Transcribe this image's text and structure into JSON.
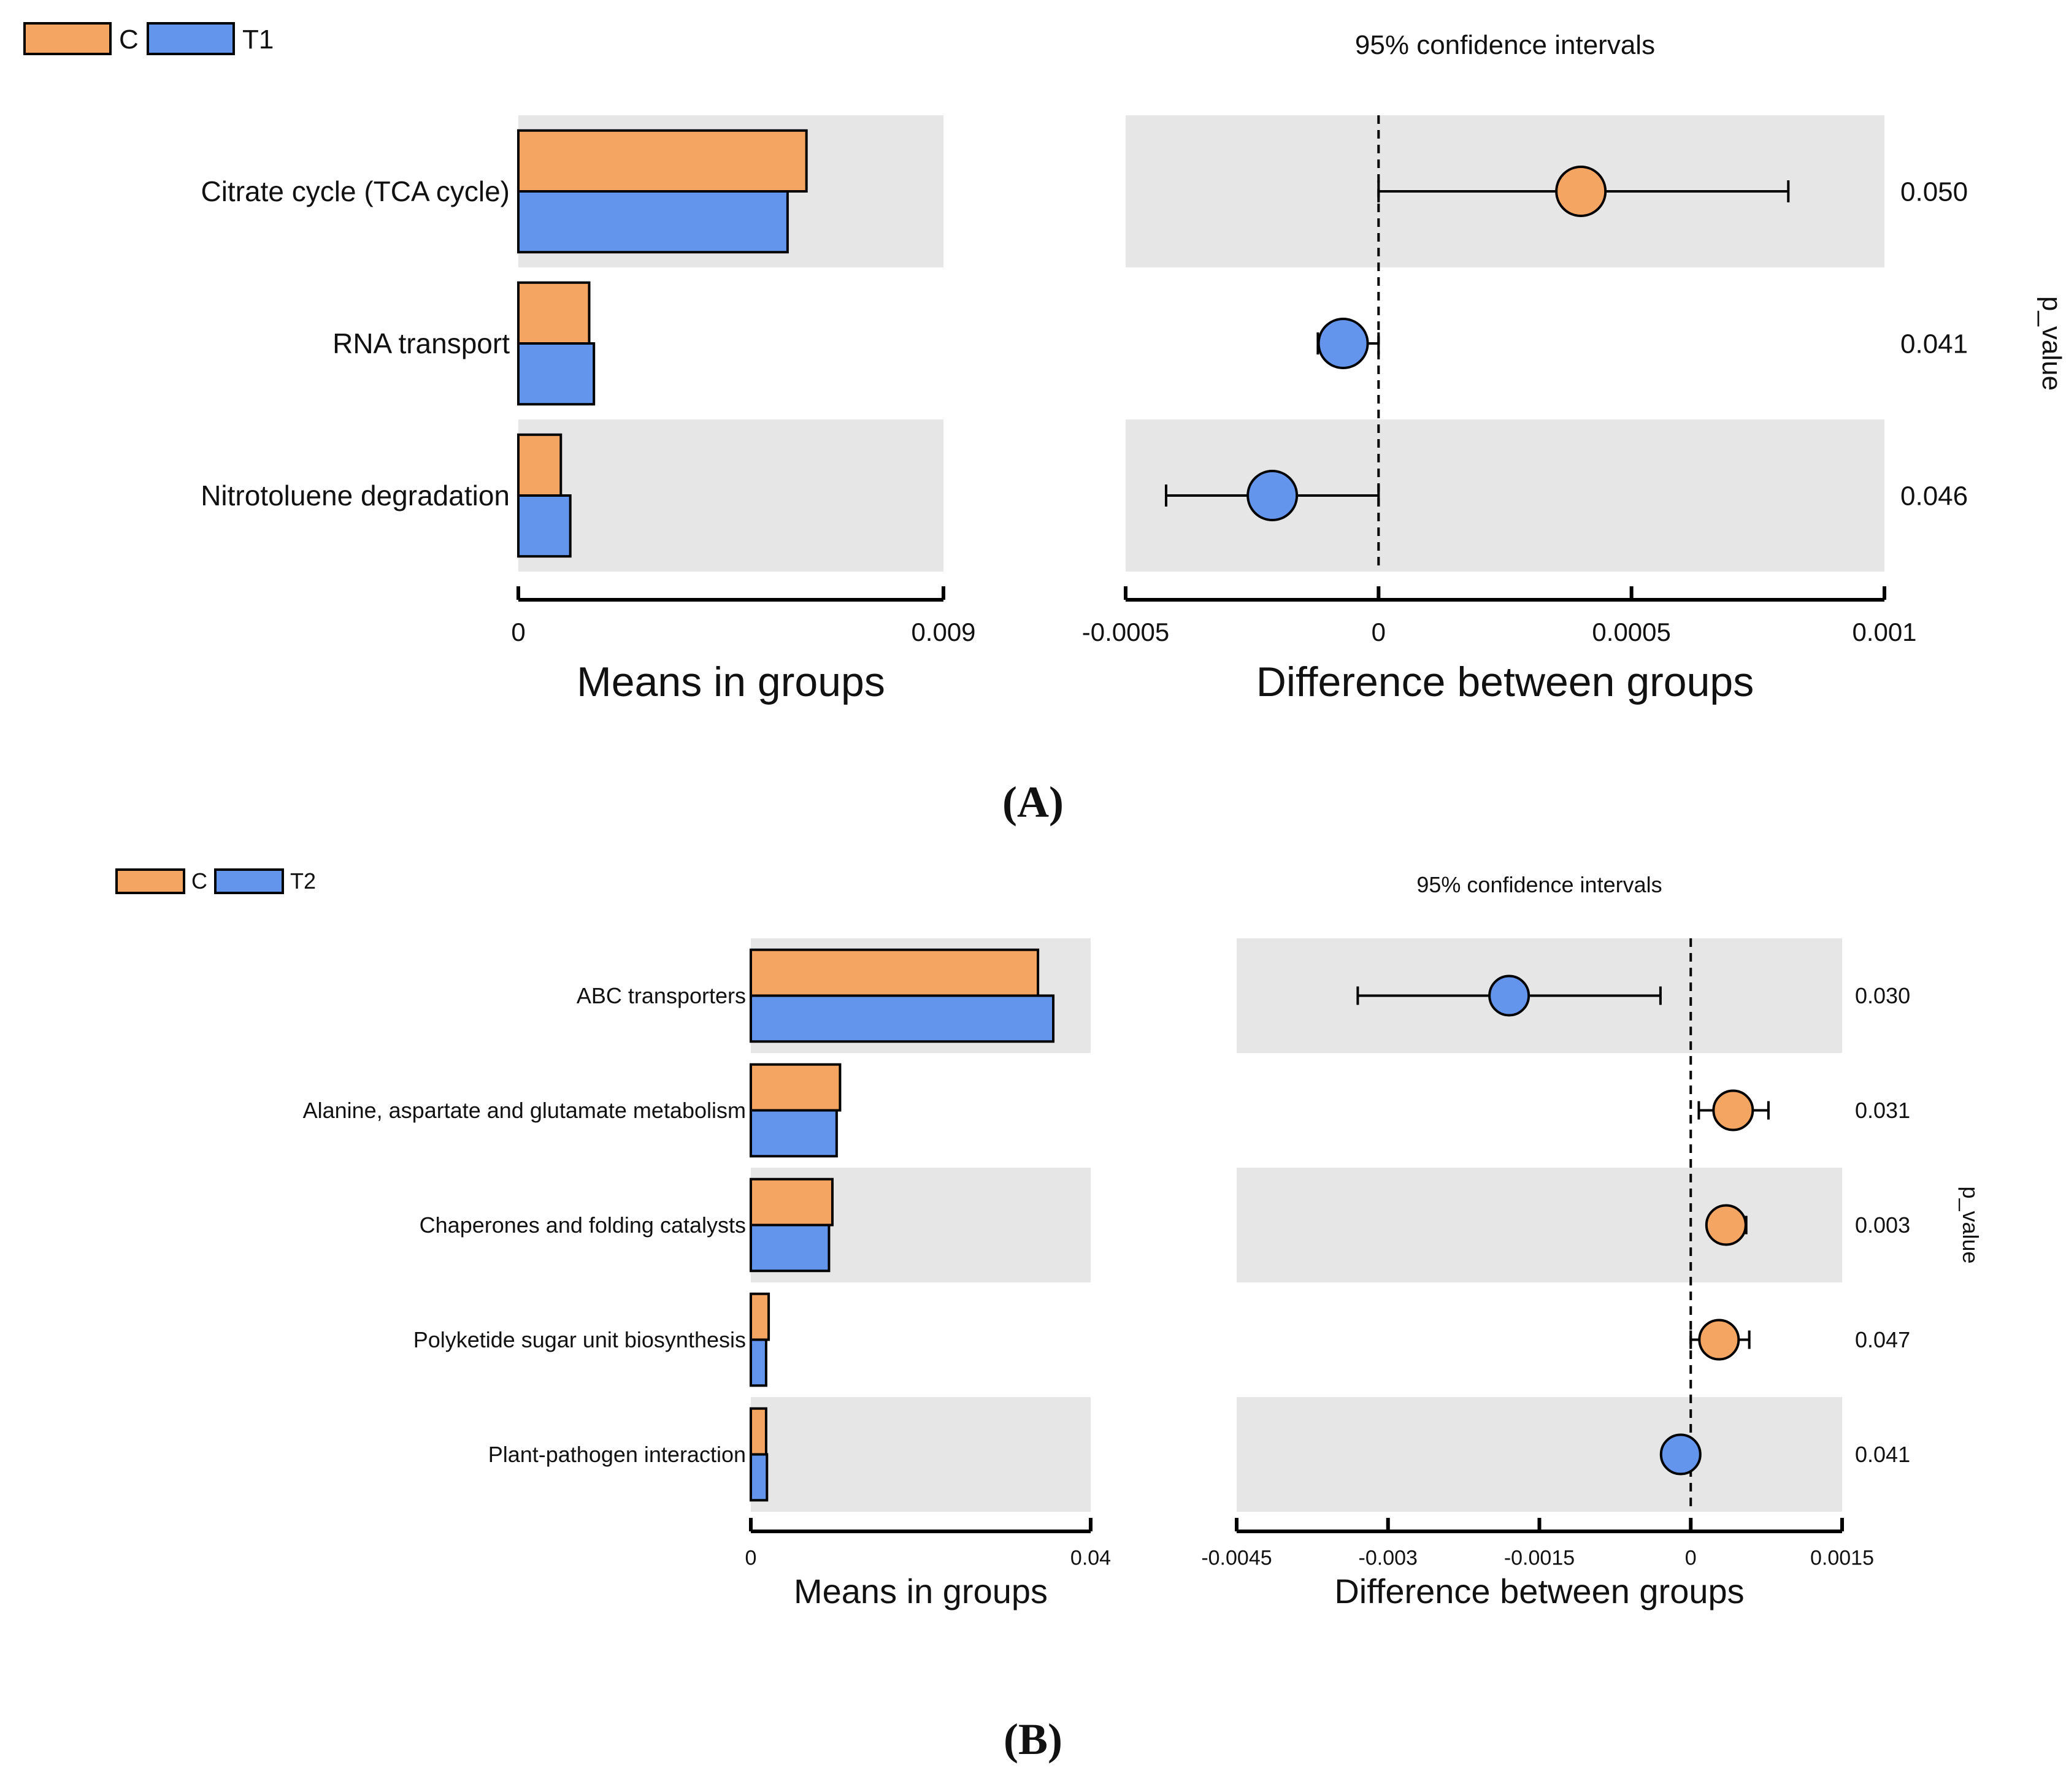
{
  "colors": {
    "C": "#f4a562",
    "T1": "#6495ed",
    "T2": "#6495ed",
    "panel_bg": "#e6e6e6",
    "stroke": "#000000"
  },
  "chart_data": [
    {
      "panel_label": "(A)",
      "type": "bar",
      "legend": [
        {
          "name": "C",
          "color": "#f4a562"
        },
        {
          "name": "T1",
          "color": "#6495ed"
        }
      ],
      "legend_placement": "top-left",
      "categories": [
        "Citrate cycle (TCA cycle)",
        "RNA transport",
        "Nitrotoluene degradation"
      ],
      "means": {
        "type": "bar",
        "xlabel": "Means in groups",
        "xlim": [
          0,
          0.009
        ],
        "tick_labels": [
          "0",
          "0.009"
        ],
        "series": [
          {
            "name": "C",
            "values": [
              0.0061,
              0.0015,
              0.0009
            ]
          },
          {
            "name": "T1",
            "values": [
              0.0057,
              0.0016,
              0.0011
            ]
          }
        ]
      },
      "difference": {
        "type": "scatter",
        "title": "95% confidence intervals",
        "xlabel": "Difference between groups",
        "xlim": [
          -0.0005,
          0.001
        ],
        "ticks": [
          -0.0005,
          0,
          0.0005,
          0.001
        ],
        "tick_labels": [
          "-0.0005",
          "0",
          "0.0005",
          "0.001"
        ],
        "points": [
          {
            "category": "Citrate cycle (TCA cycle)",
            "estimate": 0.0004,
            "ci": [
              0.0,
              0.00081
            ],
            "group": "C"
          },
          {
            "category": "RNA transport",
            "estimate": -7e-05,
            "ci": [
              -0.00012,
              0.0
            ],
            "group": "T1"
          },
          {
            "category": "Nitrotoluene degradation",
            "estimate": -0.00021,
            "ci": [
              -0.00042,
              0.0
            ],
            "group": "T1"
          }
        ]
      },
      "p_values": {
        "label": "p_value",
        "values": [
          "0.050",
          "0.041",
          "0.046"
        ]
      }
    },
    {
      "panel_label": "(B)",
      "type": "bar",
      "legend": [
        {
          "name": "C",
          "color": "#f4a562"
        },
        {
          "name": "T2",
          "color": "#6495ed"
        }
      ],
      "legend_placement": "top-left",
      "categories": [
        "ABC transporters",
        "Alanine, aspartate and glutamate metabolism",
        "Chaperones and folding catalysts",
        "Polyketide sugar unit biosynthesis",
        "Plant-pathogen interaction"
      ],
      "means": {
        "type": "bar",
        "xlabel": "Means in groups",
        "xlim": [
          0,
          0.04
        ],
        "tick_labels": [
          "0",
          "0.04"
        ],
        "series": [
          {
            "name": "C",
            "values": [
              0.0338,
              0.0105,
              0.0096,
              0.0021,
              0.0018
            ]
          },
          {
            "name": "T2",
            "values": [
              0.0356,
              0.0101,
              0.0092,
              0.0018,
              0.0019
            ]
          }
        ]
      },
      "difference": {
        "type": "scatter",
        "title": "95% confidence intervals",
        "xlabel": "Difference between groups",
        "xlim": [
          -0.0045,
          0.0015
        ],
        "ticks": [
          -0.0045,
          -0.003,
          -0.0015,
          0,
          0.0015
        ],
        "tick_labels": [
          "-0.0045",
          "-0.003",
          "-0.0015",
          "0",
          "0.0015"
        ],
        "points": [
          {
            "category": "ABC transporters",
            "estimate": -0.0018,
            "ci": [
              -0.0033,
              -0.0003
            ],
            "group": "T2"
          },
          {
            "category": "Alanine, aspartate and glutamate metabolism",
            "estimate": 0.00042,
            "ci": [
              8e-05,
              0.00077
            ],
            "group": "C"
          },
          {
            "category": "Chaperones and folding catalysts",
            "estimate": 0.00035,
            "ci": [
              0.00018,
              0.00055
            ],
            "group": "C"
          },
          {
            "category": "Polyketide sugar unit biosynthesis",
            "estimate": 0.00028,
            "ci": [
              0.0,
              0.00058
            ],
            "group": "C"
          },
          {
            "category": "Plant-pathogen interaction",
            "estimate": -0.0001,
            "ci": [
              -0.0002,
              0.0
            ],
            "group": "T2"
          }
        ]
      },
      "p_values": {
        "label": "p_value",
        "values": [
          "0.030",
          "0.031",
          "0.003",
          "0.047",
          "0.041"
        ]
      }
    }
  ]
}
